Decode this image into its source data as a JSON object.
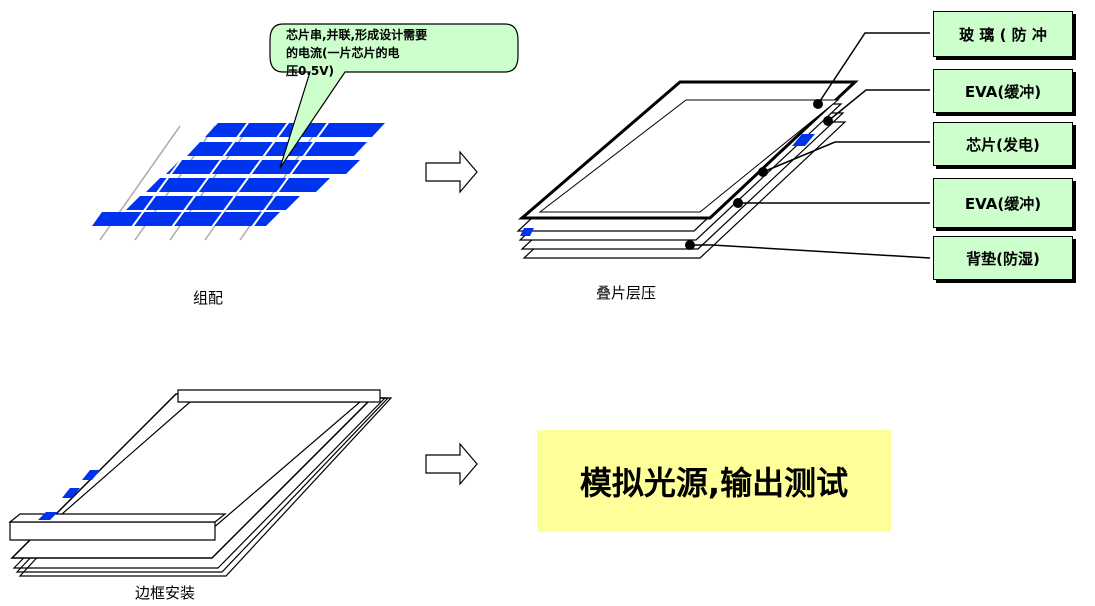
{
  "callout": {
    "line1": "芯片串,并联,形成设计需要",
    "line2": "的电流(一片芯片的电",
    "line3": "压0.5V)"
  },
  "steps": {
    "assembly": "组配",
    "lamination": "叠片层压",
    "framing": "边框安装",
    "result": "模拟光源,输出测试"
  },
  "layers": [
    {
      "label": "玻 璃 ( 防 冲"
    },
    {
      "label": "EVA(缓冲)"
    },
    {
      "label": "芯片(发电)"
    },
    {
      "label": "EVA(缓冲)"
    },
    {
      "label": "背垫(防湿)"
    }
  ],
  "colors": {
    "cell_blue": "#0033ee",
    "tag_green": "#ccffcc",
    "result_yellow": "#ffff99"
  }
}
